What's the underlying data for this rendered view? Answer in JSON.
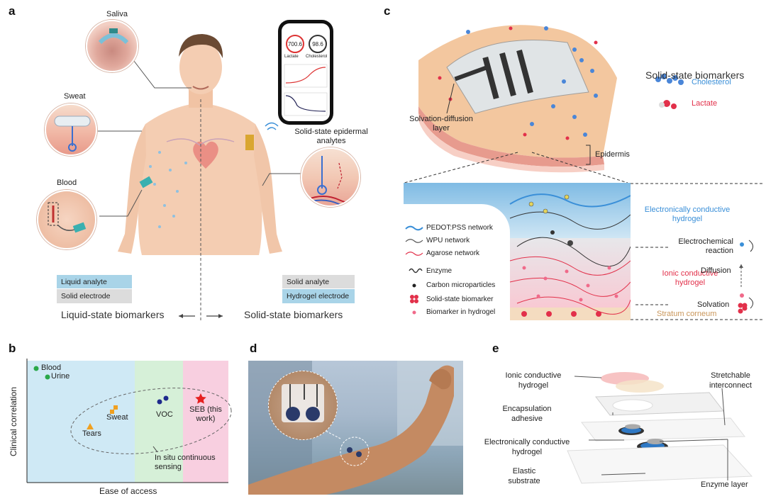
{
  "panels": {
    "a": "a",
    "b": "b",
    "c": "c",
    "d": "d",
    "e": "e"
  },
  "panel_a": {
    "saliva": "Saliva",
    "sweat": "Sweat",
    "blood": "Blood",
    "solid_epidermal": "Solid-state epidermal analytes",
    "phone": {
      "value1": "700.6",
      "label1": "Lactate",
      "value2": "98.6",
      "label2": "Cholesterol"
    },
    "legend_left": {
      "liquid_analyte": "Liquid analyte",
      "solid_electrode": "Solid electrode"
    },
    "legend_right": {
      "solid_analyte": "Solid analyte",
      "hydrogel_electrode": "Hydrogel electrode"
    },
    "liquid_biomarkers": "Liquid-state biomarkers",
    "solid_biomarkers": "Solid-state biomarkers",
    "colors": {
      "liquid_box": "#a9d4e8",
      "solid_box": "#dcdcdc",
      "hydrogel_box": "#a9d4e8",
      "skin": "#f4cdb2"
    }
  },
  "panel_b": {
    "ylabel": "Clinical correlation",
    "xlabel": "Ease of access",
    "points": [
      {
        "name": "Blood",
        "color": "#2aa84a",
        "shape": "dot"
      },
      {
        "name": "Urine",
        "color": "#2aa84a",
        "shape": "dot"
      },
      {
        "name": "Sweat",
        "color": "#f0a020",
        "shape": "square"
      },
      {
        "name": "Tears",
        "color": "#f0a020",
        "shape": "triangle"
      },
      {
        "name": "VOC",
        "color": "#1e2a8c",
        "shape": "dot"
      },
      {
        "name": "SEB (this work)",
        "color": "#e62020",
        "shape": "star"
      }
    ],
    "ellipse_label": "In situ continuous sensing",
    "zone_colors": [
      "#cfe9f5",
      "#d6f0d8",
      "#f8cfe0"
    ]
  },
  "panel_c": {
    "solid_biomarkers": "Solid-state biomarkers",
    "cholesterol": "Cholesterol",
    "lactate": "Lactate",
    "solvation_layer": "Solvation-diffusion layer",
    "epidermis": "Epidermis",
    "legend": [
      {
        "label": "PEDOT:PSS network",
        "sym": "wave-blue"
      },
      {
        "label": "WPU network",
        "sym": "wave-gray"
      },
      {
        "label": "Agarose network",
        "sym": "wave-red"
      },
      {
        "label": "Enzyme",
        "sym": "enzyme"
      },
      {
        "label": "Carbon microparticles",
        "sym": "carbon"
      },
      {
        "label": "Solid-state biomarker",
        "sym": "solid"
      },
      {
        "label": "Biomarker in hydrogel",
        "sym": "bio"
      }
    ],
    "ec_hydrogel": "Electronically conductive hydrogel",
    "ionic_hydrogel": "Ionic conductive hydrogel",
    "electrochemical": "Electrochemical reaction",
    "diffusion": "Diffusion",
    "solvation": "Solvation",
    "stratum": "Stratum corneum",
    "colors": {
      "blue": "#3a8fd8",
      "red": "#e2304a"
    }
  },
  "panel_e": {
    "ionic": "Ionic conductive hydrogel",
    "stretchable": "Stretchable interconnect",
    "encapsulation": "Encapsulation adhesive",
    "electronic": "Electronically conductive hydrogel",
    "elastic": "Elastic substrate",
    "enzyme_layer": "Enzyme layer"
  }
}
